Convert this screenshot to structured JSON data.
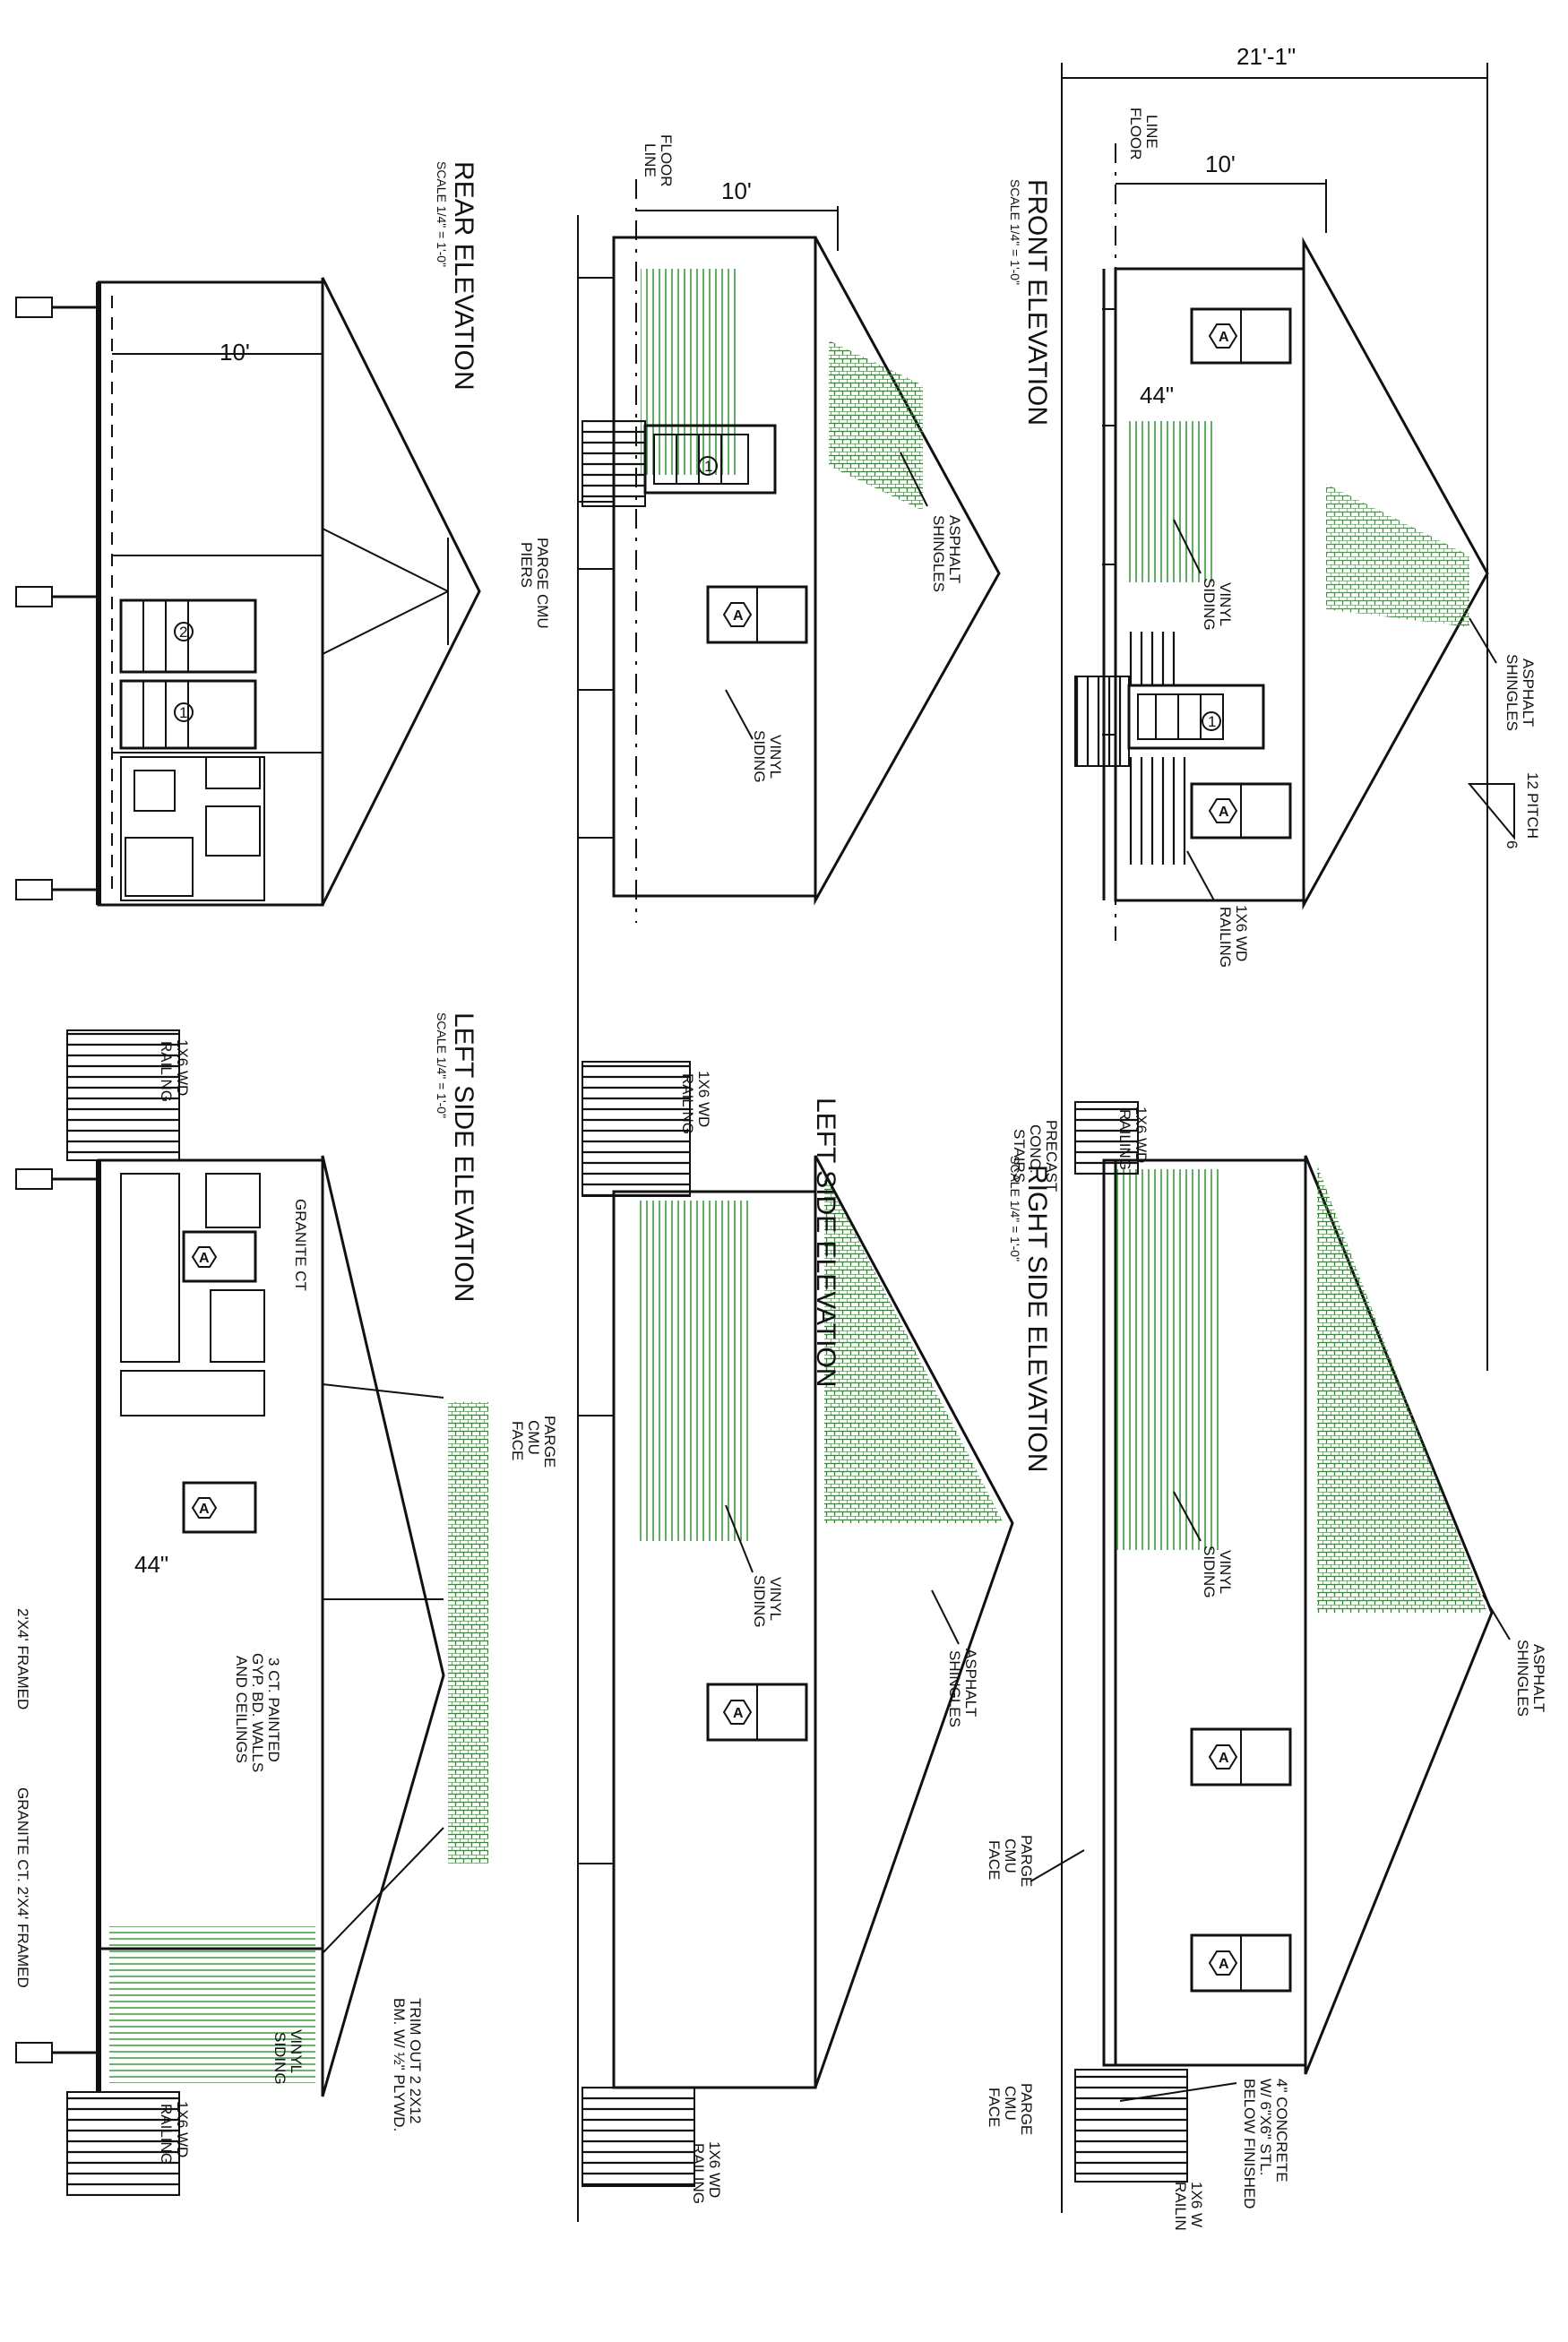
{
  "drawing": {
    "elevations": {
      "rear": {
        "title": "REAR ELEVATION",
        "scale": "SCALE 1/4\" = 1'-0\"",
        "width_dim": "10'"
      },
      "front": {
        "title": "FRONT ELEVATION",
        "scale": "SCALE 1/4\" = 1'-0\"",
        "overall_dim": "21'-1\"",
        "height_dim": "10'",
        "window_dim": "44\""
      },
      "left_interior": {
        "title": "LEFT SIDE  ELEVATION",
        "scale": "SCALE 1/4\" = 1'-0\"",
        "window_dim": "44\""
      },
      "left": {
        "title": "LEFT SIDE ELEVATION",
        "height_dim": "10'"
      },
      "right": {
        "title": "RIGHT SIDE  ELEVATION",
        "scale": "SCALE 1/4\" = 1'-0\""
      }
    },
    "notes": {
      "floor_line": [
        "FLOOR",
        "LINE"
      ],
      "asphalt_shingles": [
        "ASPHALT",
        "SHINGLES"
      ],
      "vinyl_siding": [
        "VINYL",
        "SIDING"
      ],
      "wd_railing": [
        "1X6 WD",
        "RAILING"
      ],
      "parge_piers": [
        "PARGE CMU",
        "PIERS"
      ],
      "parge_face": [
        "PARGE",
        "CMU",
        "FACE"
      ],
      "precast_stairs": [
        "PRECAST",
        "CONC.",
        "STAIRS"
      ],
      "concrete": [
        "4\" CONCRETE",
        "W/ 6\"X6\" STL.",
        "BELOW FINISHED"
      ],
      "granite_ct": "GRANITE CT",
      "gyp_walls": [
        "3 CT. PAINTED",
        "GYP. BD. WALLS",
        "AND CEILINGS"
      ],
      "trim_out": [
        "TRIM OUT 2 2X12",
        "BM. W/ ½\" PLYWD."
      ],
      "railing_cut": [
        "1X6 W",
        "RAILIN"
      ],
      "framed_a": "2'X4' FRAMED",
      "framed_b": "GRANITE CT. 2'X4' FRAMED",
      "granite_cut": "GRANITE CT",
      "pitch": {
        "rise": "12",
        "label": "PITCH",
        "run": "6"
      }
    },
    "tags": {
      "window": "A",
      "door_1": "1",
      "door_2": "2"
    }
  },
  "colors": {
    "linework": "#111111",
    "shingle_hatch": "#2e8b2e",
    "siding_hatch": "#3a9a3a",
    "background": "#ffffff"
  }
}
